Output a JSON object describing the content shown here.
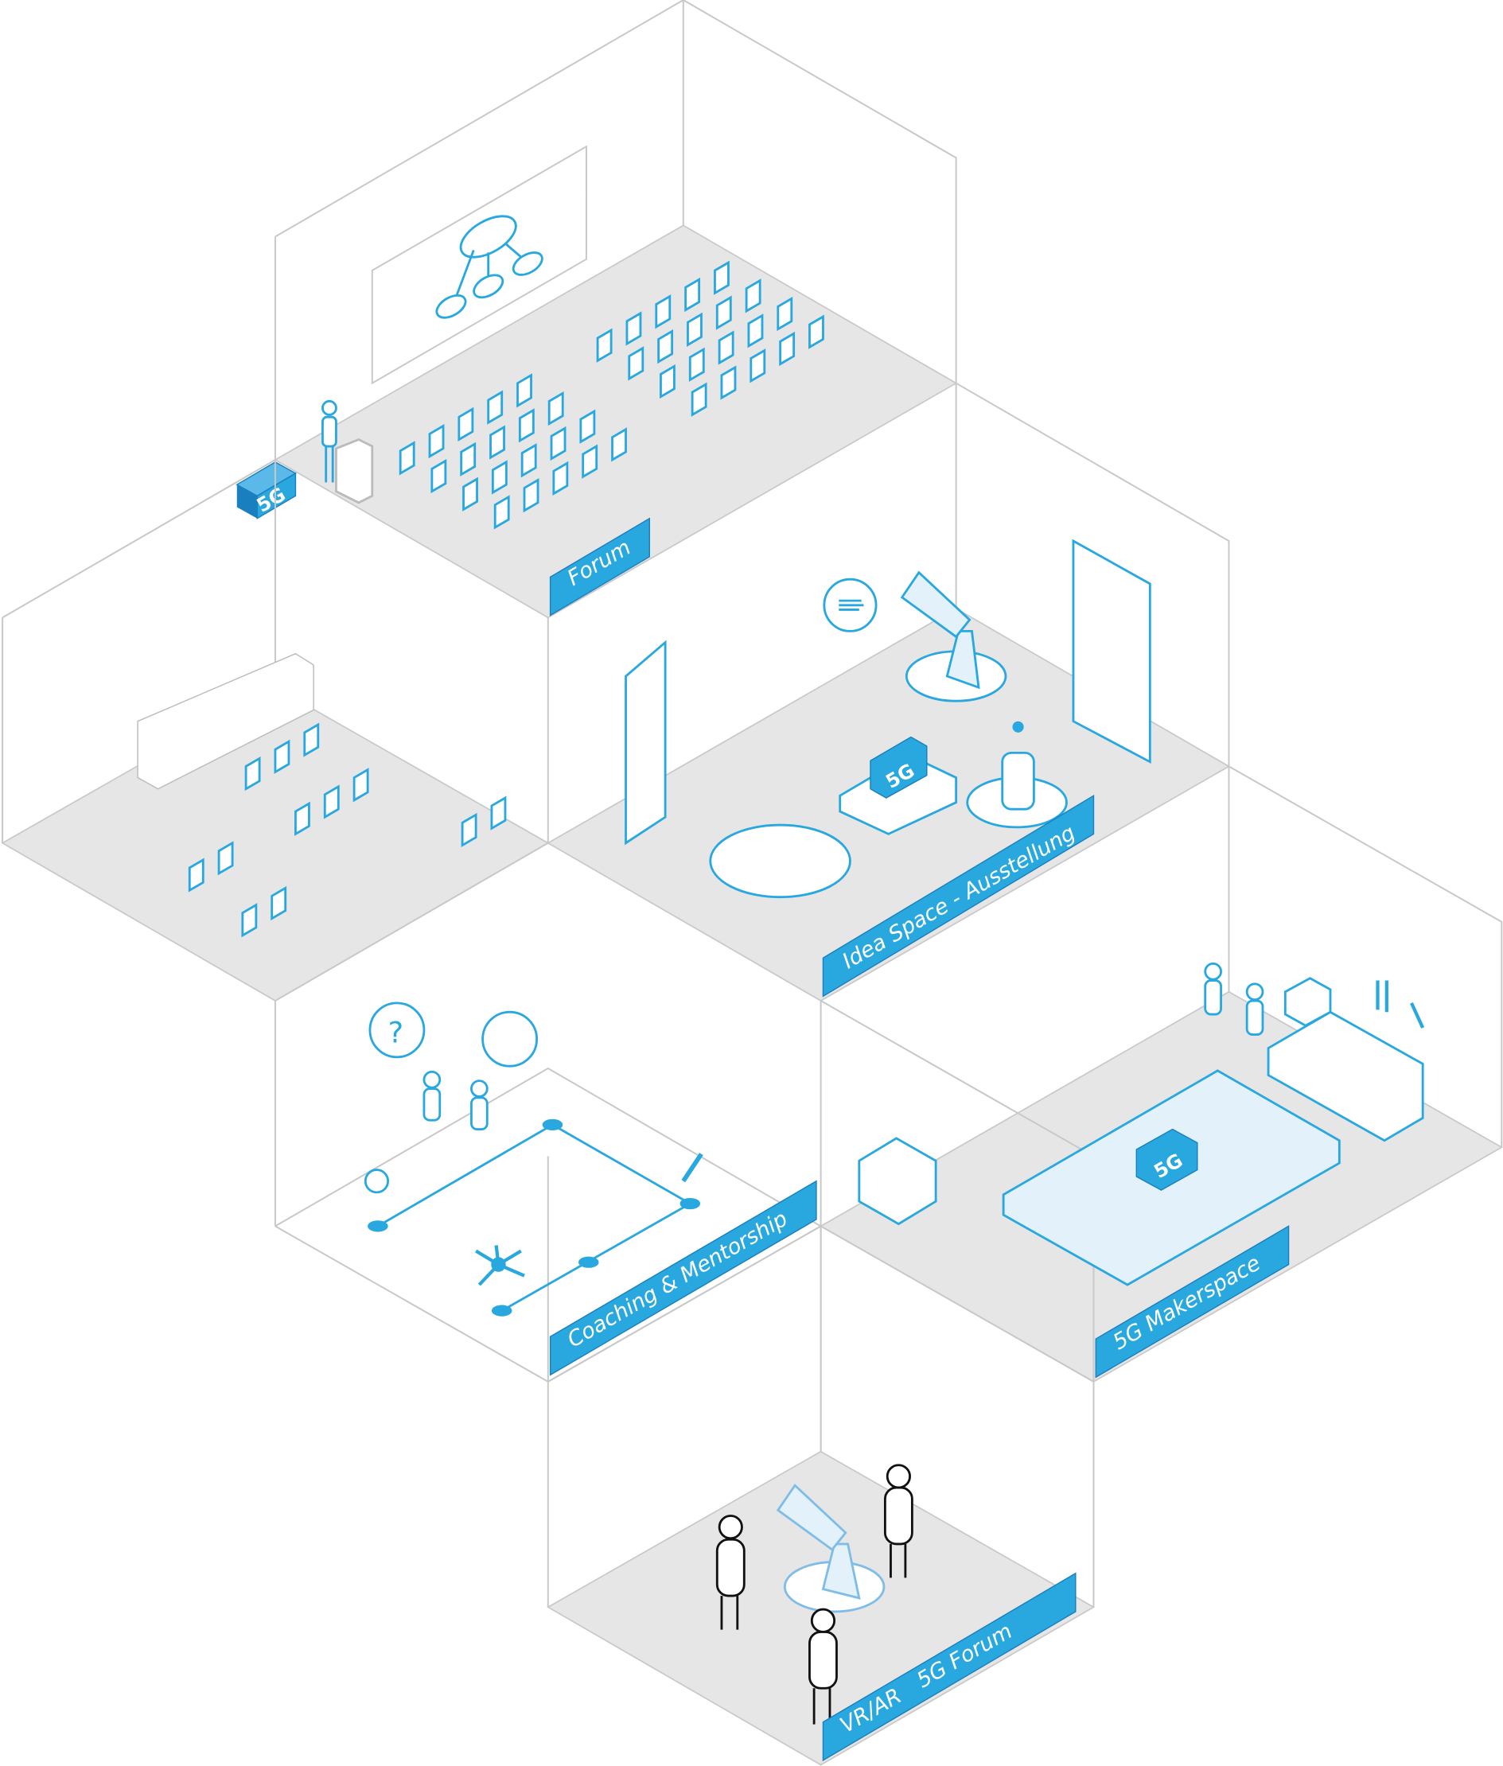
{
  "rooms": [
    {
      "id": "forum",
      "label": "Forum"
    },
    {
      "id": "cafe",
      "label": ""
    },
    {
      "id": "idea-space",
      "label": "Idea Space - Ausstellung"
    },
    {
      "id": "coaching",
      "label": "Coaching & Mentorship"
    },
    {
      "id": "makerspace",
      "label": "5G Makerspace"
    },
    {
      "id": "vr",
      "label_a": "VR/AR",
      "label_b": "5G Forum"
    }
  ],
  "badges": {
    "five_g": "5G",
    "question": "?"
  },
  "colors": {
    "accent": "#29a8e0",
    "floor": "#e6e6e6",
    "edge": "#c8c8c8"
  }
}
